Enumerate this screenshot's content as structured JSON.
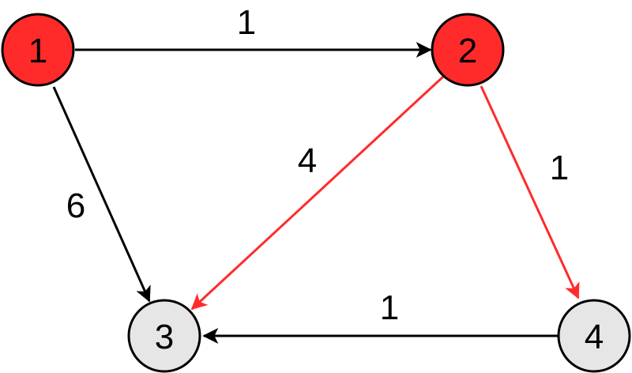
{
  "graph": {
    "nodes": [
      {
        "id": "1",
        "label": "1",
        "state": "highlighted"
      },
      {
        "id": "2",
        "label": "2",
        "state": "highlighted"
      },
      {
        "id": "3",
        "label": "3",
        "state": "normal"
      },
      {
        "id": "4",
        "label": "4",
        "state": "normal"
      }
    ],
    "edges": [
      {
        "from": "1",
        "to": "2",
        "weight": "1",
        "color": "#000000"
      },
      {
        "from": "1",
        "to": "3",
        "weight": "6",
        "color": "#000000"
      },
      {
        "from": "2",
        "to": "3",
        "weight": "4",
        "color": "#ff2b2b"
      },
      {
        "from": "2",
        "to": "4",
        "weight": "1",
        "color": "#ff2b2b"
      },
      {
        "from": "4",
        "to": "3",
        "weight": "1",
        "color": "#000000"
      }
    ]
  },
  "colors": {
    "highlight_fill": "#ff2b2b",
    "normal_fill": "#e6e6e6",
    "stroke": "#000000",
    "red_edge": "#ff2b2b"
  }
}
